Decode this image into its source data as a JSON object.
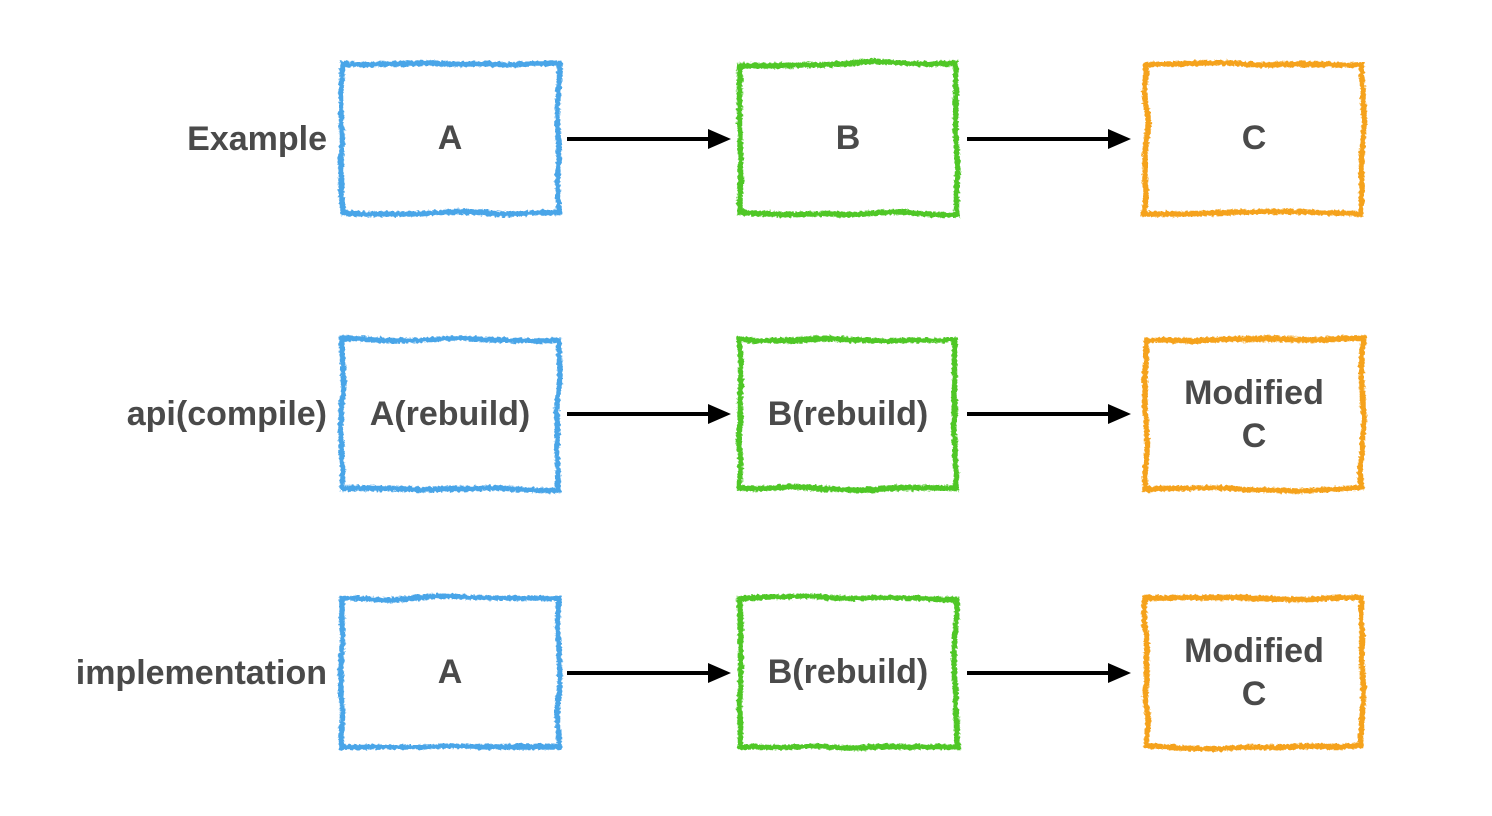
{
  "colors": {
    "blue": "#4aa5e8",
    "green": "#4fc728",
    "orange": "#f5a21c",
    "text": "#4a4a4a",
    "arrow": "#000000",
    "background": "#ffffff"
  },
  "rows": [
    {
      "label": "Example",
      "boxes": [
        {
          "text": "A",
          "color": "blue"
        },
        {
          "text": "B",
          "color": "green"
        },
        {
          "text": "C",
          "color": "orange"
        }
      ]
    },
    {
      "label": "api(compile)",
      "boxes": [
        {
          "text": "A(rebuild)",
          "color": "blue"
        },
        {
          "text": "B(rebuild)",
          "color": "green"
        },
        {
          "text": "Modified\nC",
          "color": "orange"
        }
      ]
    },
    {
      "label": "implementation",
      "boxes": [
        {
          "text": "A",
          "color": "blue"
        },
        {
          "text": "B(rebuild)",
          "color": "green"
        },
        {
          "text": "Modified\nC",
          "color": "orange"
        }
      ]
    }
  ]
}
